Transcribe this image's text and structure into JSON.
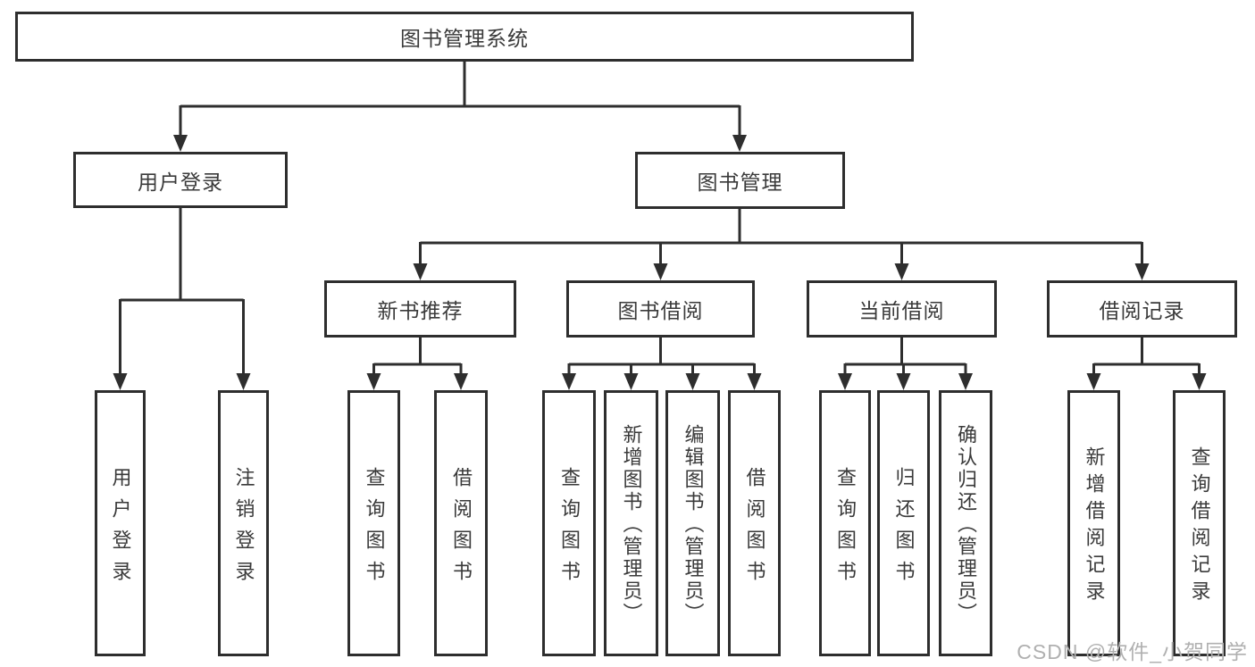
{
  "diagram": {
    "type": "tree",
    "root": {
      "label": "图书管理系统",
      "children": [
        {
          "label": "用户登录",
          "children": [
            {
              "label": "用户登录"
            },
            {
              "label": "注销登录"
            }
          ]
        },
        {
          "label": "图书管理",
          "children": [
            {
              "label": "新书推荐",
              "children": [
                {
                  "label": "查询图书"
                },
                {
                  "label": "借阅图书"
                }
              ]
            },
            {
              "label": "图书借阅",
              "children": [
                {
                  "label": "查询图书"
                },
                {
                  "label": "新增图书（管理员）"
                },
                {
                  "label": "编辑图书（管理员）"
                },
                {
                  "label": "借阅图书"
                }
              ]
            },
            {
              "label": "当前借阅",
              "children": [
                {
                  "label": "查询图书"
                },
                {
                  "label": "归还图书"
                },
                {
                  "label": "确认归还（管理员）"
                }
              ]
            },
            {
              "label": "借阅记录",
              "children": [
                {
                  "label": "新增借阅记录"
                },
                {
                  "label": "查询借阅记录"
                }
              ]
            }
          ]
        }
      ]
    }
  },
  "watermark": "CSDN @软件_小贺同学",
  "colors": {
    "line": "#2e2e2e",
    "box_border": "#2e2e2e",
    "text": "#3a3a3a",
    "watermark": "#b0b0b0",
    "background": "#ffffff"
  }
}
